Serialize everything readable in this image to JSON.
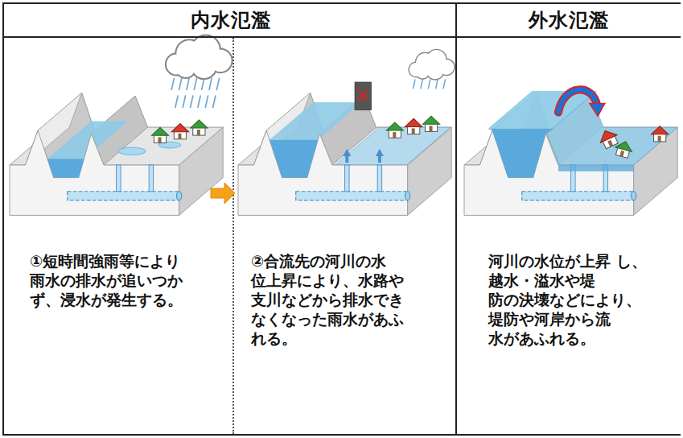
{
  "diagram": {
    "nodes": [
      {
        "text": [
          "内水氾濫"
        ]
      },
      {
        "text": [
          "①短時間強雨等により 雨水の排水が追いつか ず、浸水が発生する。"
        ],
        "in": 0
      },
      {
        "text": [
          "②合流先の河川の水 位上昇により、水路や 支川などから排水でき なくなった雨水があふ れる。"
        ],
        "in": 0
      },
      {
        "text": [
          "外水氾濫"
        ]
      },
      {
        "text": [
          "河川の水位が上昇 し、越水・溢水や堤 防の決壊などにより、 堤防や河岸から流 水があふれる。"
        ],
        "in": 3
      }
    ],
    "edges": [
      {
        "from": 1,
        "to": 2,
        "arrow": "to"
      }
    ]
  }
}
